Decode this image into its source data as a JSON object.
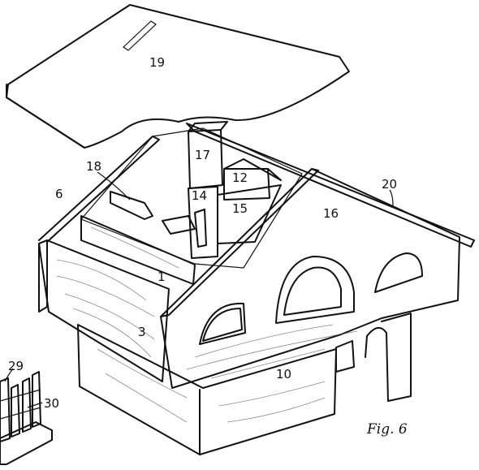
{
  "figure": {
    "caption": "Fig. 6",
    "part_labels": {
      "p1": "1",
      "p3": "3",
      "p6": "6",
      "p10": "10",
      "p12": "12",
      "p14": "14",
      "p15": "15",
      "p16": "16",
      "p17": "17",
      "p18": "18",
      "p19": "19",
      "p20": "20",
      "p29": "29",
      "p30": "30"
    }
  }
}
